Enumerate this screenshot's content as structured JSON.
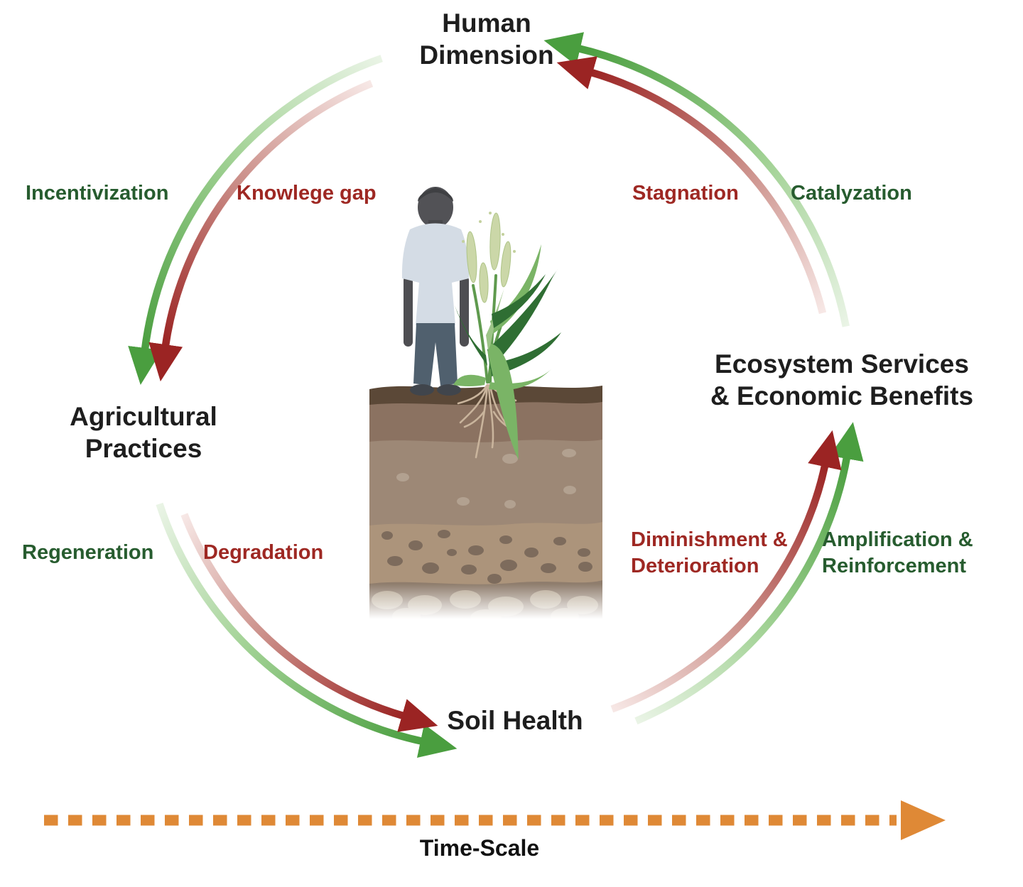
{
  "figure": {
    "nodes": {
      "human_dimension": "Human\nDimension",
      "agricultural_practices": "Agricultural\nPractices",
      "soil_health": "Soil Health",
      "ecosystem_services": "Ecosystem Services\n& Economic Benefits"
    },
    "edge_labels": {
      "incentivization": "Incentivization",
      "knowlege_gap": "Knowlege gap",
      "stagnation": "Stagnation",
      "catalyzation": "Catalyzation",
      "regeneration": "Regeneration",
      "degradation": "Degradation",
      "diminishment_deterioration": "Diminishment &\nDeterioration",
      "amplification_reinforcement": "Amplification &\nReinforcement"
    },
    "time_axis": {
      "label": "Time-Scale"
    },
    "colors": {
      "positive_arrow_green": "#4a9e3f",
      "negative_arrow_red": "#9b2423",
      "positive_label_green": "#275c2f",
      "negative_label_red": "#9e2823",
      "time_axis_orange": "#df8936",
      "node_text": "#1e1e1e"
    },
    "icons": {
      "center_illustration": "farmer-crop-soil-profile-illustration",
      "cycle_arrows": "paired-green-red-cycle-arrows",
      "time_axis_icon": "orange-dashed-right-arrow"
    }
  }
}
